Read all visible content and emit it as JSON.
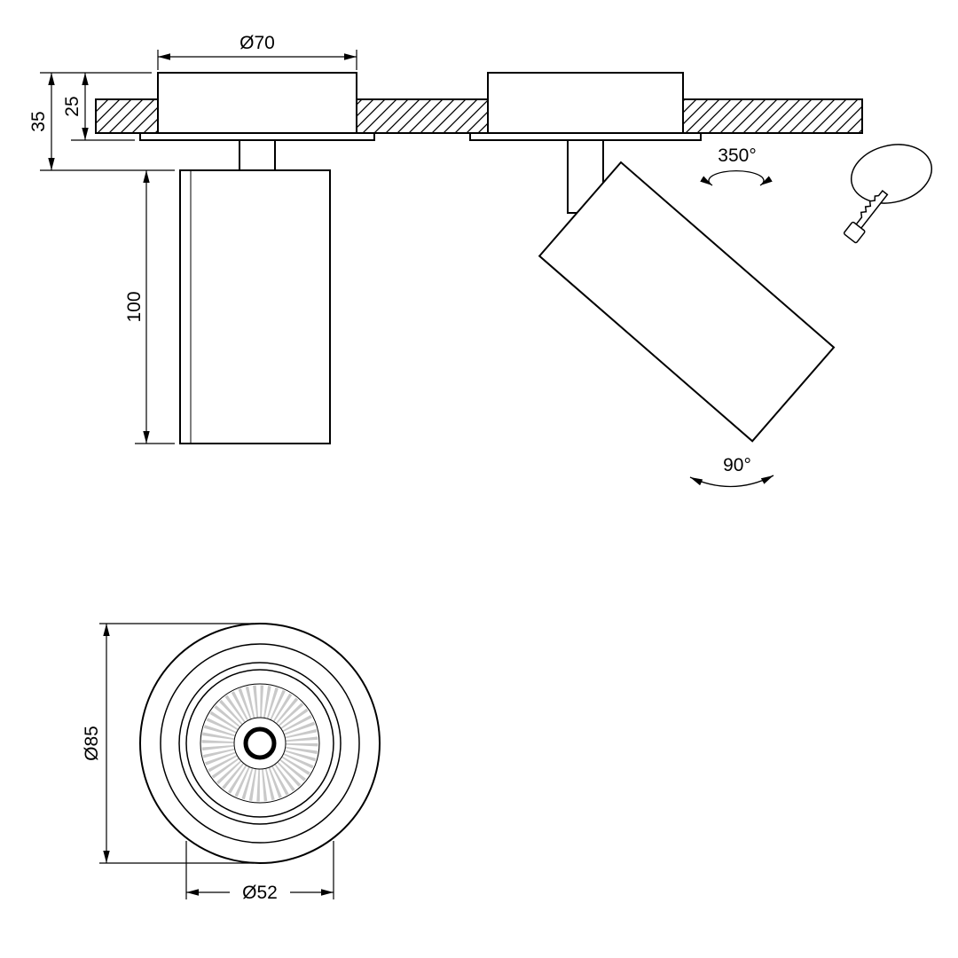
{
  "colors": {
    "line": "#000000",
    "rays": "#c9c9c9",
    "background": "#ffffff"
  },
  "views": {
    "side": {
      "labels": {
        "cutout_diameter": "Ø70",
        "recess_total_height": "35",
        "recess_depth": "25",
        "body_length": "100"
      }
    },
    "tilted": {
      "labels": {
        "rotation_range": "350°",
        "tilt_range": "90°"
      },
      "tool_icon": "allen-key"
    },
    "bottom": {
      "labels": {
        "outer_diameter": "Ø85",
        "face_diameter": "Ø52"
      }
    }
  }
}
